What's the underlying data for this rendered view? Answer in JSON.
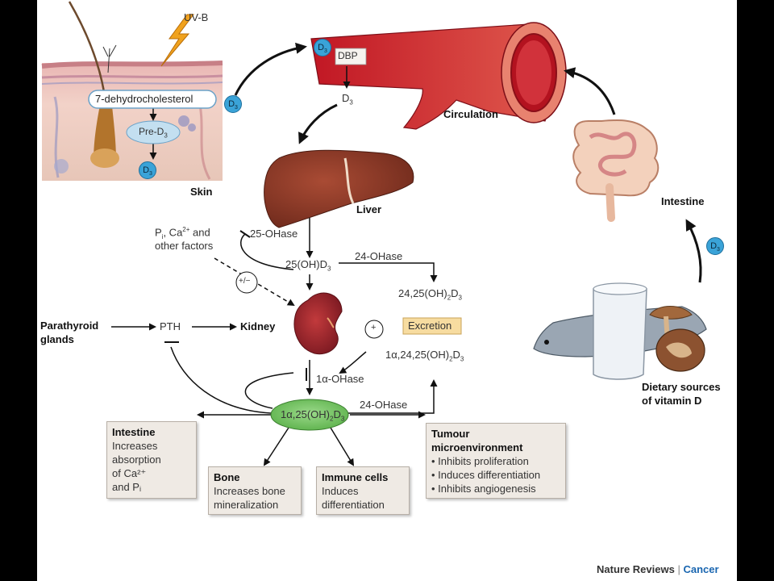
{
  "labels": {
    "uvb": "UV-B",
    "seven_dhc": "7-dehydrocholesterol",
    "pre_d3": "Pre-D",
    "d3": "D",
    "skin": "Skin",
    "dbp": "DBP",
    "circulation": "Circulation",
    "liver": "Liver",
    "ohase25": "25-OHase",
    "oh25d3": "25(OH)D",
    "ohase24_top": "24-OHase",
    "d24_25": "24,25(OH)",
    "pi_ca_line1": "P",
    "pi_ca_line1b": ", Ca",
    "pi_ca_line1c": " and",
    "pi_ca_line2": "other factors",
    "plus_minus": "+/−",
    "plus": "+",
    "parathyroid": "Parathyroid",
    "glands": "glands",
    "pth": "PTH",
    "kidney": "Kidney",
    "excretion": "Excretion",
    "d1_24_25": "1α,24,25(OH)",
    "ohase1a": "1α-OHase",
    "ohase24_bottom": "24-OHase",
    "calcitriol": "1α,25(OH)",
    "intestine": "Intestine",
    "dietary_line1": "Dietary sources",
    "dietary_line2": "of vitamin D",
    "footer_journal": "Nature Reviews",
    "footer_sep": "|",
    "footer_section": "Cancer"
  },
  "boxes": {
    "intestine": {
      "title": "Intestine",
      "lines": [
        "Increases",
        "absorption",
        "of Ca²⁺",
        "and Pᵢ"
      ]
    },
    "bone": {
      "title": "Bone",
      "lines": [
        "Increases bone",
        "mineralization"
      ]
    },
    "immune": {
      "title": "Immune cells",
      "lines": [
        "Induces",
        "differentiation"
      ]
    },
    "tumour": {
      "title_lines": [
        "Tumour",
        "microenvironment"
      ],
      "lines": [
        "• Inhibits proliferation",
        "• Induces differentiation",
        "• Inhibits angiogenesis"
      ]
    }
  },
  "colors": {
    "d3_badge": "#3aa3d8",
    "organ_red": "#a8202a",
    "liver_brown": "#8a3b2a",
    "calcitriol_green": "#7ac66a",
    "excretion_fill": "#f7dca0",
    "box_fill": "#efeae4",
    "footer_accent": "#1a66b0"
  }
}
